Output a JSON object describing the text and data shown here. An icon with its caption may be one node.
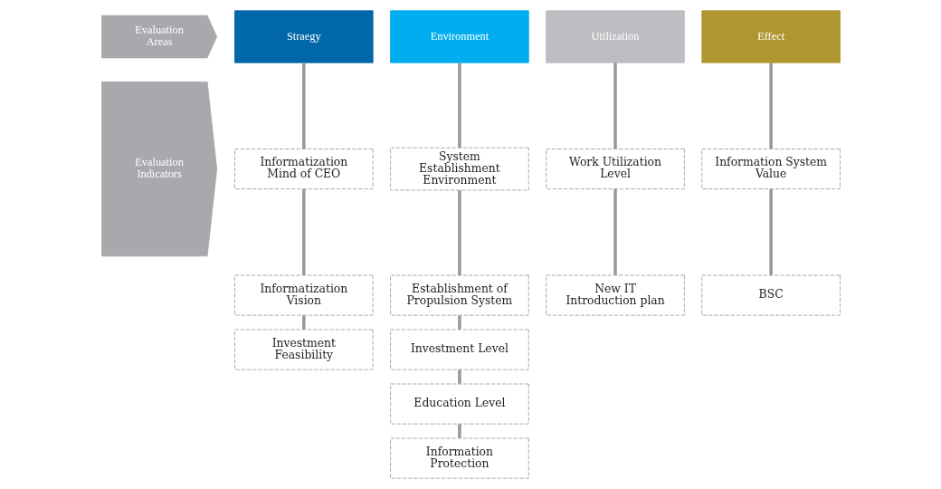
{
  "diagram": {
    "nodes": [
      {
        "text": [
          "Evaluation Areas"
        ]
      },
      {
        "text": [
          "Straegy"
        ]
      },
      {
        "text": [
          "Environment"
        ]
      },
      {
        "text": [
          "Utilization"
        ]
      },
      {
        "text": [
          "Effect"
        ]
      },
      {
        "text": [
          "Evaluation Indicators"
        ]
      },
      {
        "text": [
          "Informatization Mind of CEO"
        ]
      },
      {
        "text": [
          "System Establishment Environment"
        ]
      },
      {
        "text": [
          "Work Utilization Level"
        ]
      },
      {
        "text": [
          "Information System Value"
        ]
      },
      {
        "text": [
          "Informatization Vision"
        ]
      },
      {
        "text": [
          "Establishment of Propulsion System"
        ]
      },
      {
        "text": [
          "New IT Introduction plan"
        ]
      },
      {
        "text": [
          "BSC"
        ]
      },
      {
        "text": [
          "Investment Feasibility"
        ]
      },
      {
        "text": [
          "Investment Level"
        ]
      },
      {
        "text": [
          "Education Level"
        ]
      },
      {
        "text": [
          "Information Protection"
        ]
      }
    ],
    "edges": [
      {
        "from": 1,
        "to": 6,
        "arrow": "none"
      },
      {
        "from": 6,
        "to": 10,
        "arrow": "none"
      },
      {
        "from": 10,
        "to": 14,
        "arrow": "none"
      },
      {
        "from": 2,
        "to": 7,
        "arrow": "none"
      },
      {
        "from": 7,
        "to": 11,
        "arrow": "none"
      },
      {
        "from": 11,
        "to": 15,
        "arrow": "none"
      },
      {
        "from": 15,
        "to": 16,
        "arrow": "none"
      },
      {
        "from": 16,
        "to": 17,
        "arrow": "none"
      },
      {
        "from": 3,
        "to": 8,
        "arrow": "none"
      },
      {
        "from": 8,
        "to": 12,
        "arrow": "none"
      },
      {
        "from": 4,
        "to": 9,
        "arrow": "none"
      },
      {
        "from": 9,
        "to": 13,
        "arrow": "none"
      }
    ]
  }
}
